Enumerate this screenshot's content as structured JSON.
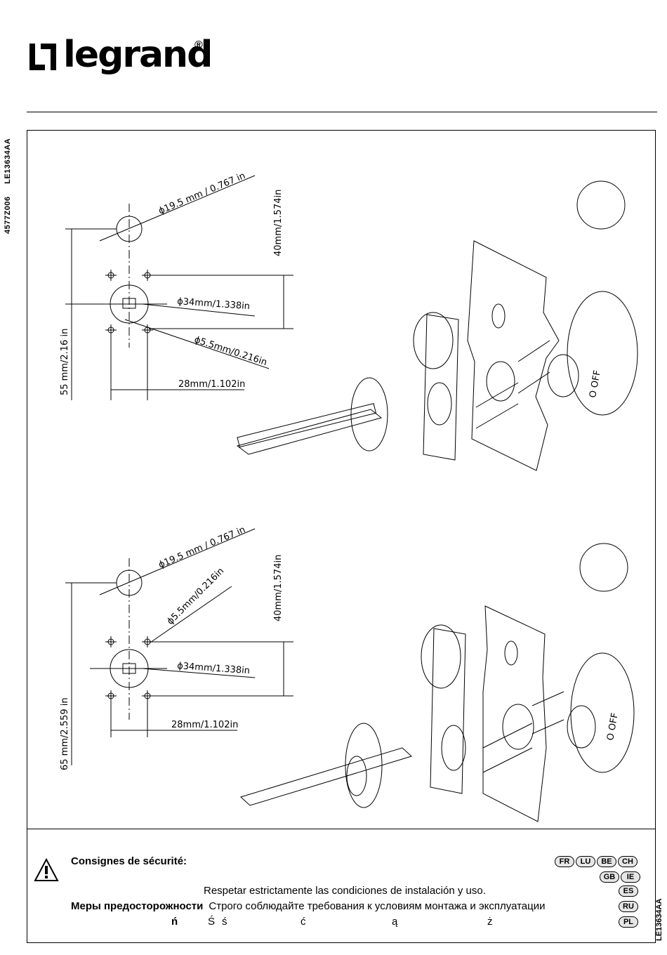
{
  "header": {
    "brand": "legrand",
    "registered": "®"
  },
  "side_codes": {
    "left_1": "4577Z006",
    "left_2": "LE13634AA",
    "right": "LE13634AA"
  },
  "figure1": {
    "dim_hole_top": "ϕ19.5 mm / 0.767 in",
    "dim_vertical_40": "40mm/1.574in",
    "dim_center": "ϕ34mm/1.338in",
    "dim_small_hole": "ϕ5.5mm/0.216in",
    "dim_horizontal": "28mm/1.102in",
    "dim_vertical_total": "55 mm/2.16 in",
    "switch_label": "O OFF"
  },
  "figure2": {
    "dim_hole_top": "ϕ19.5 mm / 0.767 in",
    "dim_vertical_40": "40mm/1.574in",
    "dim_small_hole": "ϕ5.5mm/0.216in",
    "dim_center": "ϕ34mm/1.338in",
    "dim_horizontal": "28mm/1.102in",
    "dim_vertical_total": "65 mm/2.559 in",
    "switch_label": "O OFF"
  },
  "safety": {
    "title_fr": "Consignes de sécurité:",
    "line_es": "Respetar estrictamente las condiciones de instalación y uso.",
    "title_ru": "Меры предосторожности",
    "line_ru": "Строго соблюдайте требования к условиям монтажа и эксплуатации",
    "pl_chars": [
      "ń",
      "Ś",
      "ś",
      "ć",
      "ą",
      "ż"
    ]
  },
  "language_badges": {
    "row1": [
      "FR",
      "LU",
      "BE",
      "CH"
    ],
    "row2": [
      "GB",
      "IE"
    ],
    "row3": [
      "ES"
    ],
    "row4": [
      "RU"
    ],
    "row5": [
      "PL"
    ]
  }
}
